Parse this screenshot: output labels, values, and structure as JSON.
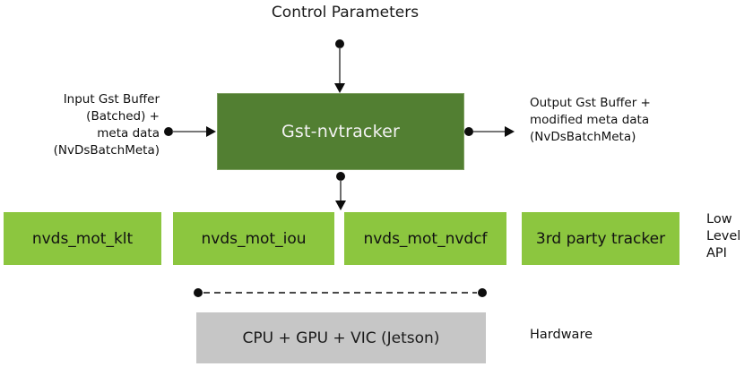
{
  "labels": {
    "control_parameters": "Control Parameters",
    "input": "Input Gst Buffer\n(Batched) +\nmeta data\n(NvDsBatchMeta)",
    "output": "Output Gst Buffer +\nmodified meta data\n(NvDsBatchMeta)",
    "low_level_api": "Low\nLevel\nAPI",
    "hardware": "Hardware"
  },
  "main_box": {
    "label": "Gst-nvtracker"
  },
  "low_level_boxes": [
    {
      "label": "nvds_mot_klt"
    },
    {
      "label": "nvds_mot_iou"
    },
    {
      "label": "nvds_mot_nvdcf"
    },
    {
      "label": "3rd party tracker"
    }
  ],
  "hardware_box": {
    "label": "CPU + GPU + VIC (Jetson)"
  },
  "colors": {
    "dark_green": "#527f32",
    "light_green": "#8cc63f",
    "gray": "#c6c6c6",
    "connector": "#4a4a4a",
    "marker": "#0d0d0d"
  }
}
